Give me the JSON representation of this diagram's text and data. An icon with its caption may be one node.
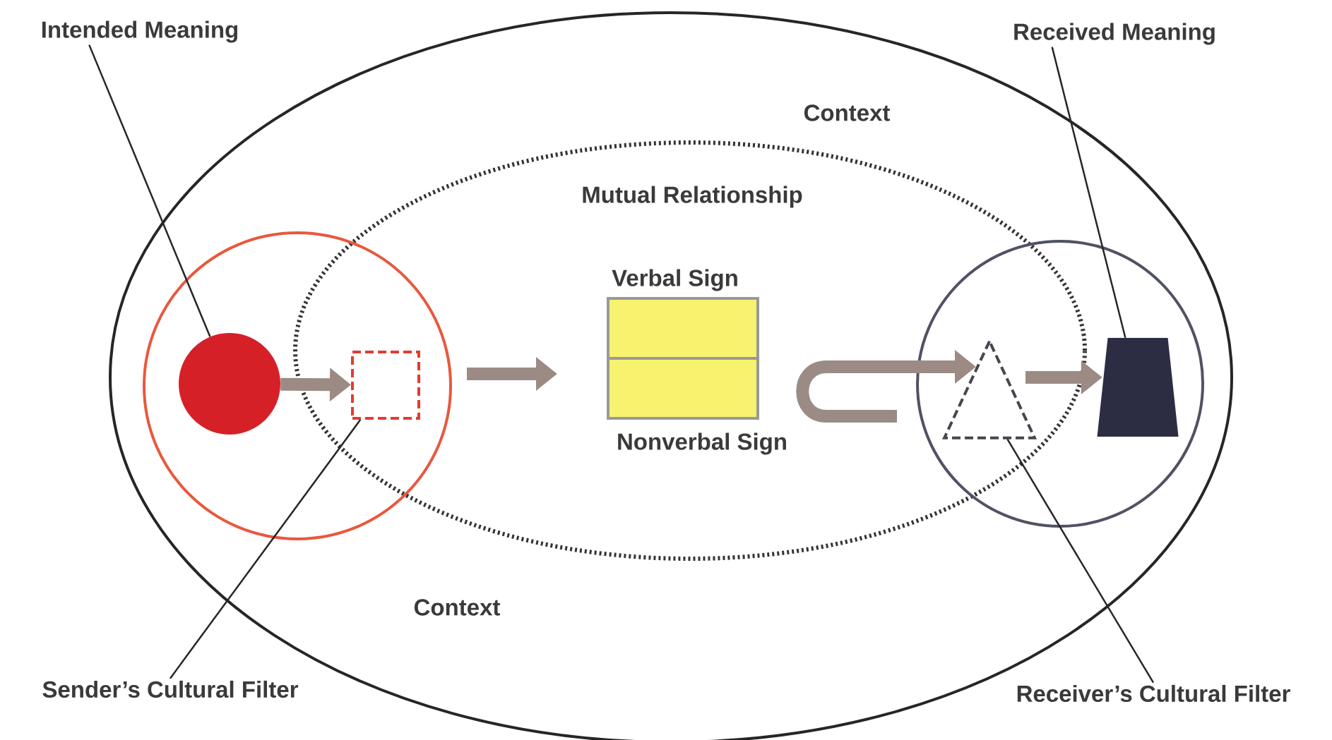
{
  "diagram": {
    "nodes": [
      {
        "text": [
          "Context",
          "Context"
        ]
      },
      {
        "text": [
          "Mutual Relationship"
        ],
        "in": 0
      },
      {
        "text": [],
        "shape": "circle",
        "in": 0
      },
      {
        "text": [],
        "shape": "circle",
        "in": 2
      },
      {
        "text": [],
        "shape": "box"
      },
      {
        "text": [
          "Verbal Sign",
          "Nonverbal Sign"
        ],
        "in": 1
      },
      {
        "text": [],
        "shape": "circle",
        "in": 0
      },
      {
        "text": [],
        "shape": "triangle"
      },
      {
        "text": [],
        "shape": "trapezoid",
        "in": 6
      },
      {
        "text": [
          "Intended Meaning"
        ]
      },
      {
        "text": [
          "Received Meaning"
        ]
      },
      {
        "text": [
          "Sender’s Cultural Filter"
        ]
      },
      {
        "text": [
          "Receiver’s Cultural Filter"
        ]
      }
    ],
    "edges": [
      {
        "from": 3,
        "to": 4,
        "arrow": "to",
        "style": "thick",
        "color": "#9b8b84"
      },
      {
        "from": 4,
        "to": 5,
        "arrow": "to",
        "style": "thick",
        "color": "#9b8b84"
      },
      {
        "from": null,
        "to": 7,
        "arrow": "to",
        "style": "thick",
        "color": "#9b8b84"
      },
      {
        "from": 7,
        "to": 8,
        "arrow": "to",
        "style": "thick",
        "color": "#9b8b84"
      },
      {
        "from": 9,
        "to": 3,
        "arrow": "none",
        "color": "#262626"
      },
      {
        "from": 10,
        "to": 8,
        "arrow": "none",
        "color": "#262626"
      },
      {
        "from": 11,
        "to": 4,
        "arrow": "none",
        "color": "#262626"
      },
      {
        "from": 12,
        "to": 7,
        "arrow": "none",
        "color": "#262626"
      }
    ]
  }
}
